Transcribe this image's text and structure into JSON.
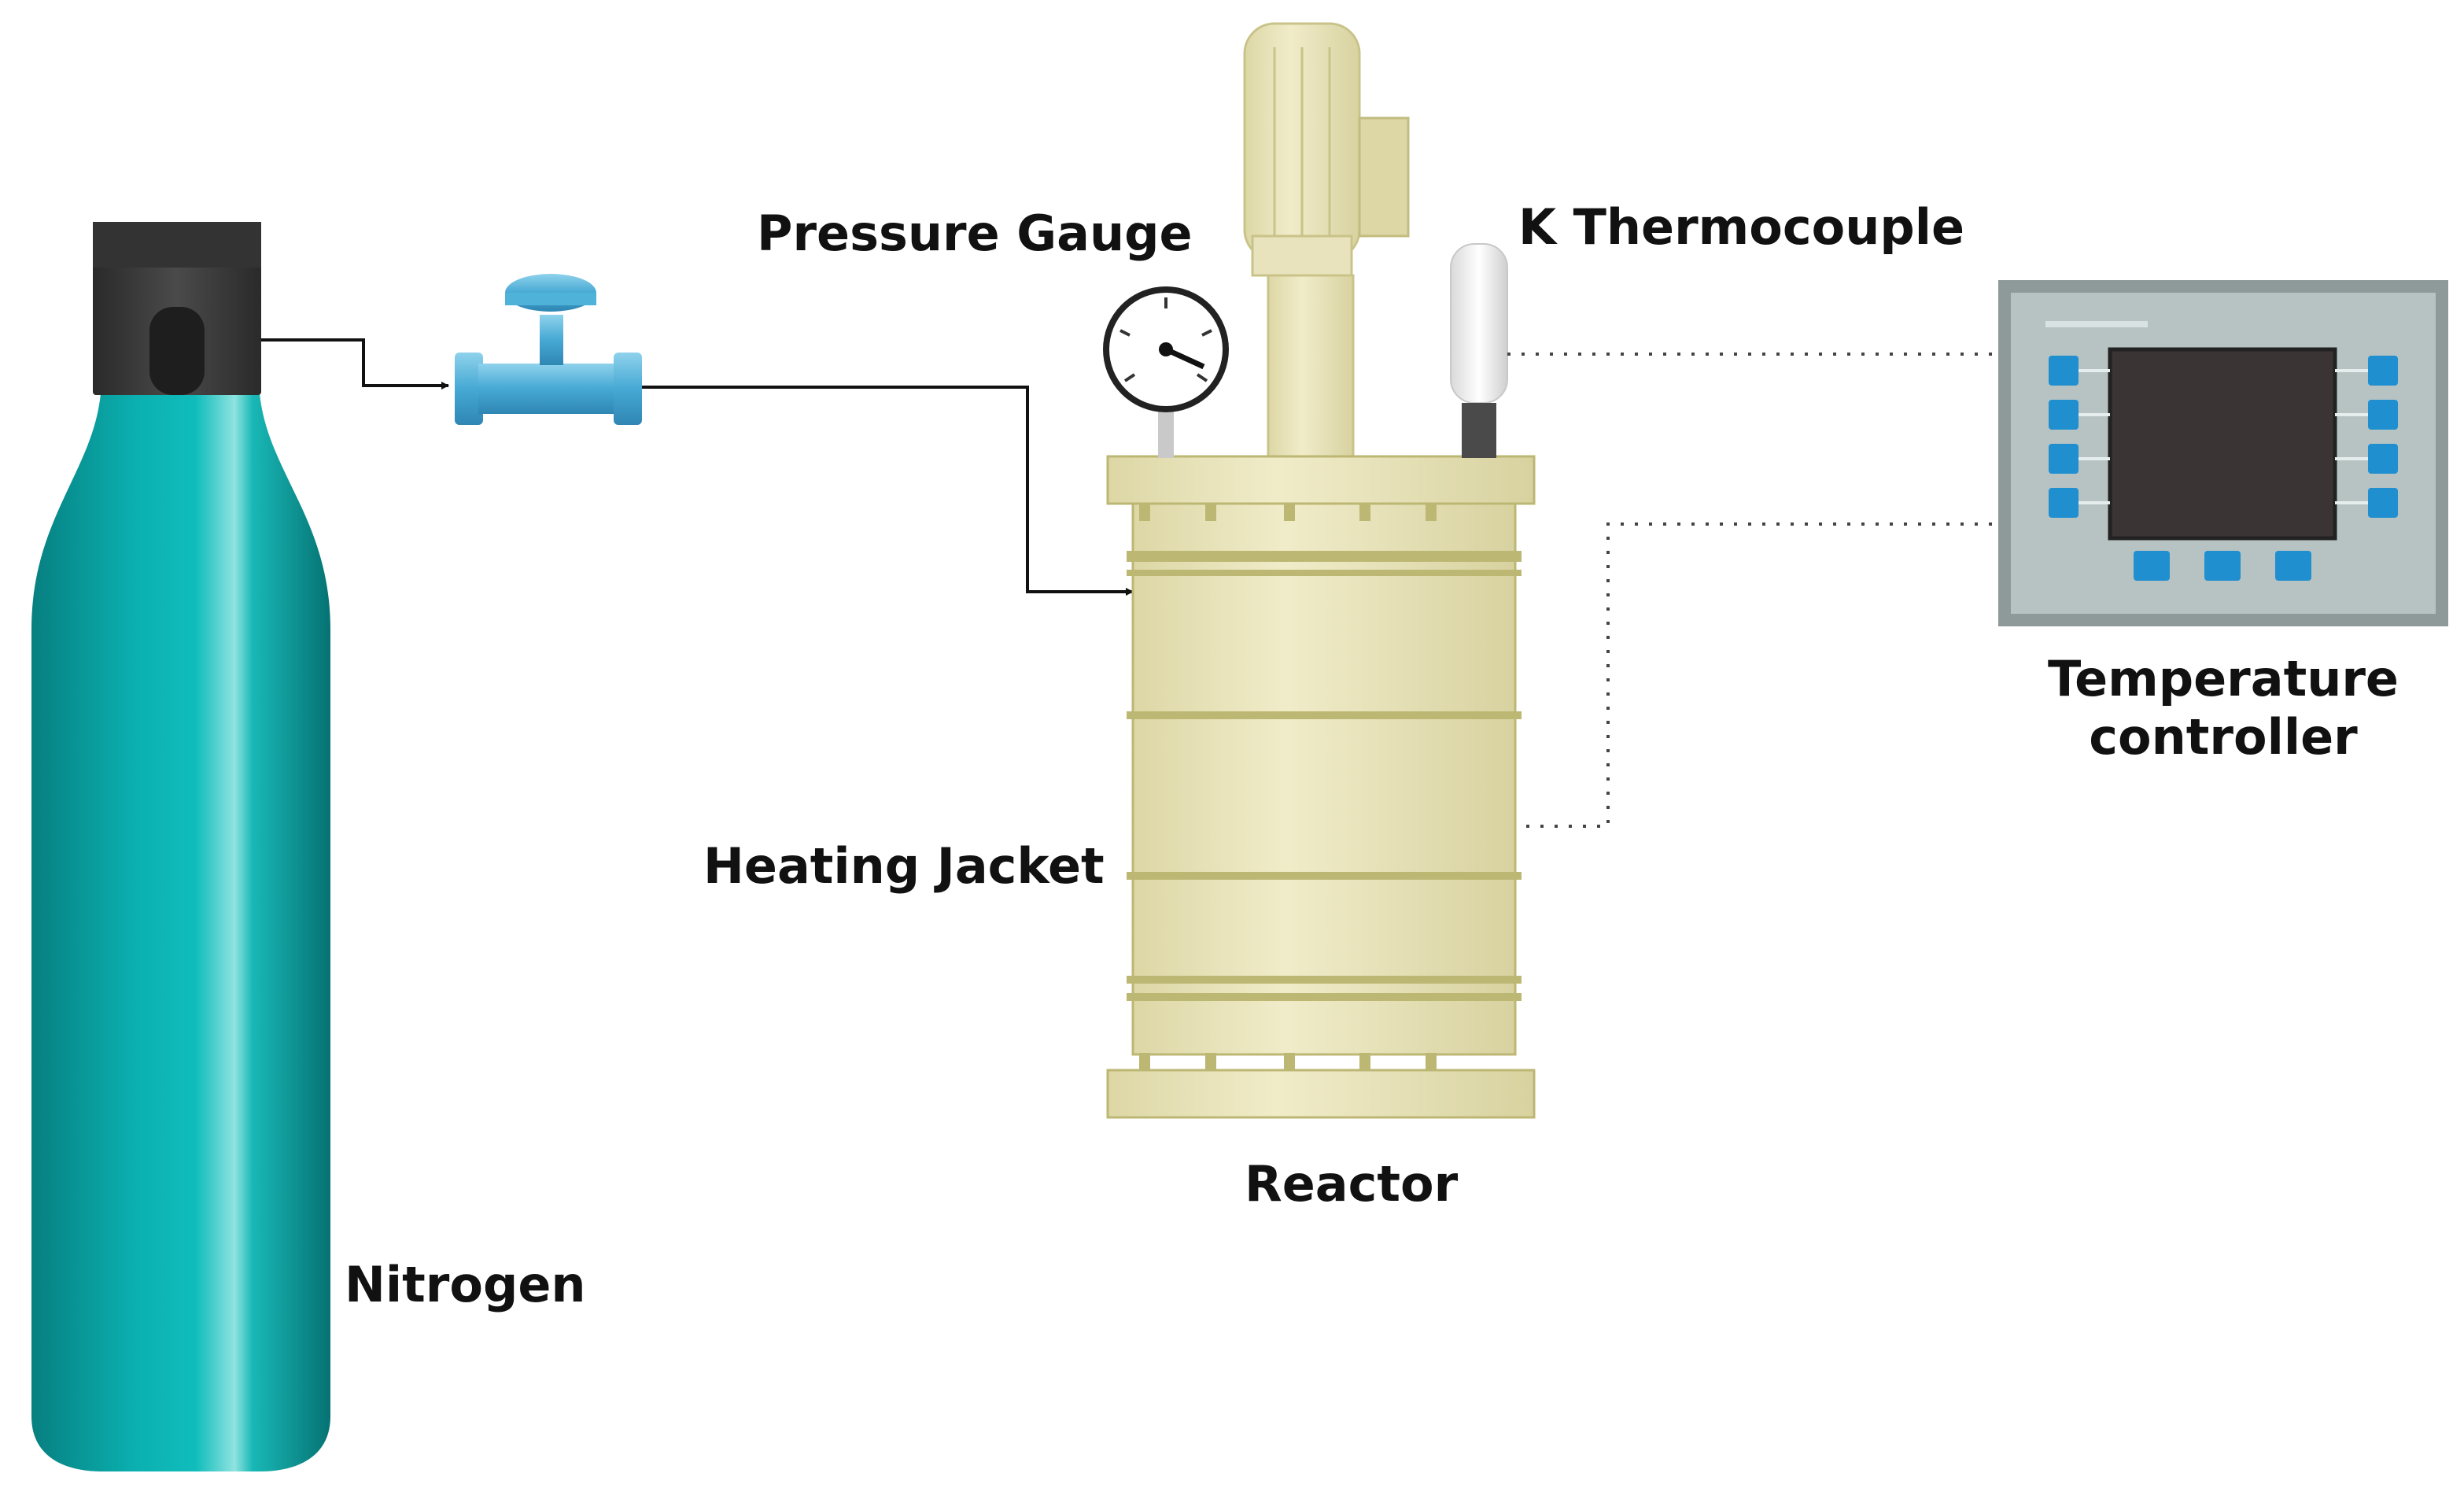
{
  "labels": {
    "nitrogen": "Nitrogen",
    "pressure_gauge": "Pressure Gauge",
    "k_thermocouple": "K Thermocouple",
    "heating_jacket": "Heating Jacket",
    "reactor": "Reactor",
    "temperature_controller_line1": "Temperature",
    "temperature_controller_line2": "controller"
  },
  "colors": {
    "cylinder": "#0aa6a6",
    "cylinder_cap": "#3b3b3b",
    "valve": "#4fb3d9",
    "reactor": "#e4e0b4",
    "reactor_rings": "#bdb774",
    "controller_frame": "#8e9a9a",
    "controller_screen": "#3a3434",
    "controller_buttons": "#1f8fd0"
  }
}
